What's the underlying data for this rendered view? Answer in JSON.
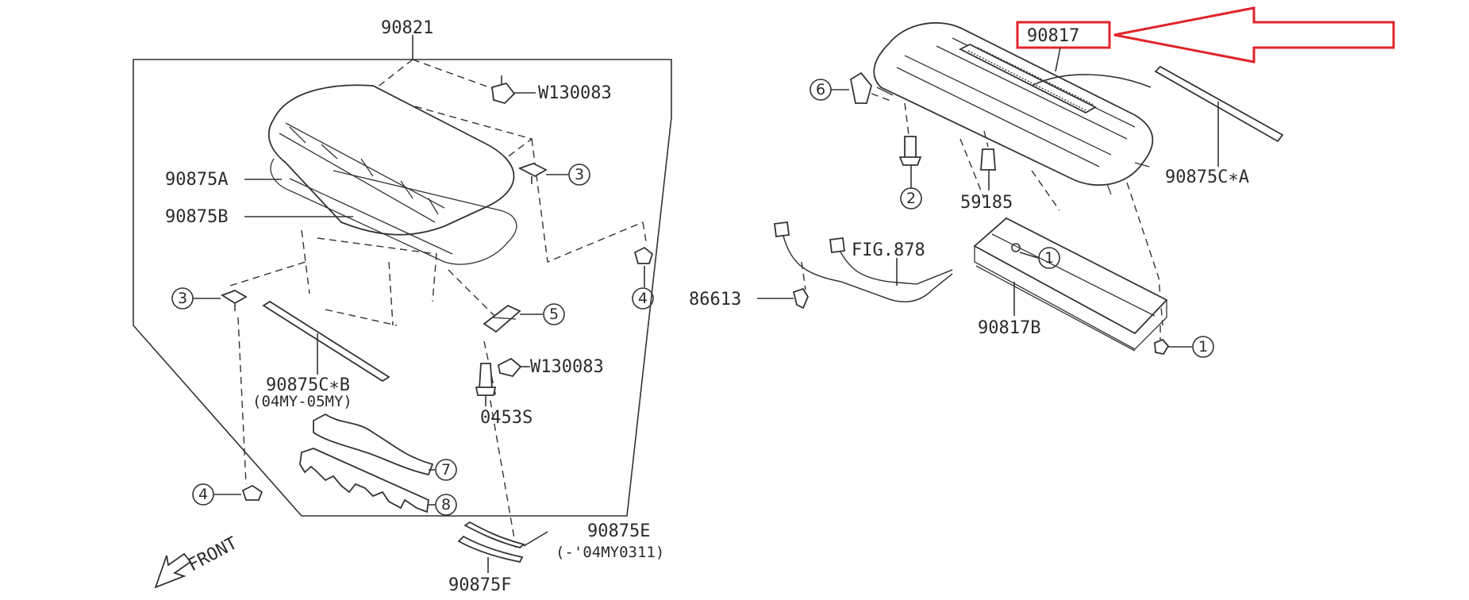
{
  "colors": {
    "line": "#333333",
    "highlight": "#e0242a",
    "background": "#ffffff"
  },
  "labels": {
    "assembly": "90821",
    "w_top": "W130083",
    "a": "90875A",
    "b": "90875B",
    "c_b": "90875C∗B",
    "c_b_note": "(04MY-05MY)",
    "w_mid": "W130083",
    "n0453": "0453S",
    "e": "90875E",
    "e_note": "(-'04MY0311)",
    "f": "90875F",
    "front": "FRONT",
    "duct": "90817",
    "c_a": "90875C∗A",
    "n59185": "59185",
    "fig": "FIG.878",
    "n86613": "86613",
    "b_tray": "90817B"
  },
  "callouts": {
    "c3_top": "3",
    "c3_left": "3",
    "c4_right": "4",
    "c4_left": "4",
    "c5": "5",
    "c7": "7",
    "c8": "8",
    "c6": "6",
    "c2": "2",
    "c1_tray": "1",
    "c1_bottom": "1"
  }
}
